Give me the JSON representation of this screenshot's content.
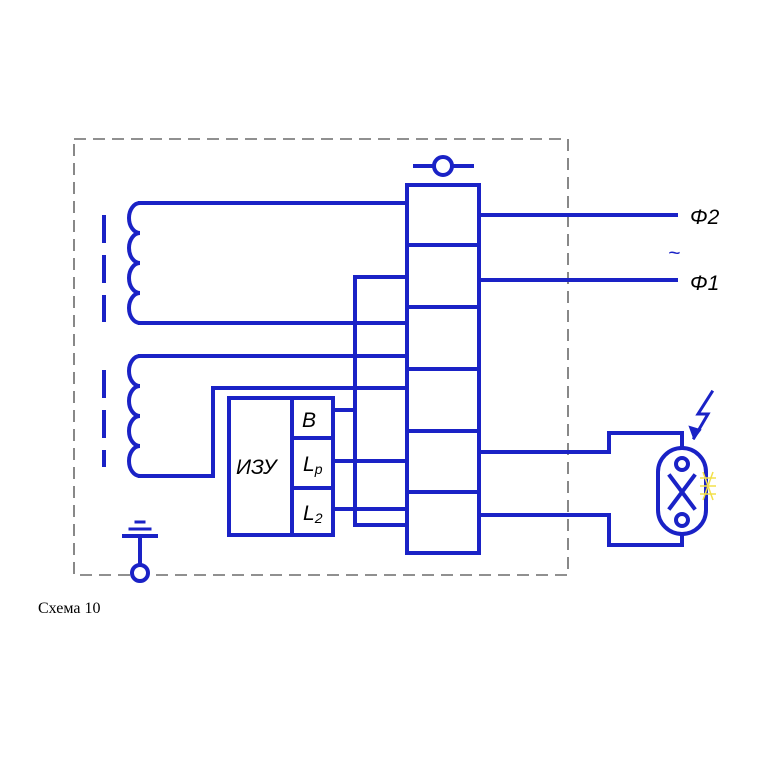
{
  "colors": {
    "line": "#1a22c6",
    "frame": "#6b6b6b",
    "glow": "#f2e04a",
    "text": "#000000"
  },
  "labels": {
    "phase2": "Φ2",
    "ac": "~",
    "phase1": "Φ1",
    "izu": "ИЗУ",
    "b": "B",
    "lp_main": "L",
    "lp_sub": "p",
    "l2_main": "L",
    "l2_sub": "2"
  },
  "caption": "Схема 10"
}
